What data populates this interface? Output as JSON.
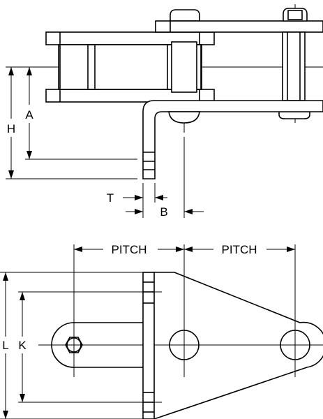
{
  "labels": {
    "A": "A",
    "H": "H",
    "T": "T",
    "B": "B",
    "L": "L",
    "K": "K",
    "pitch_left": "PITCH",
    "pitch_right": "PITCH"
  }
}
